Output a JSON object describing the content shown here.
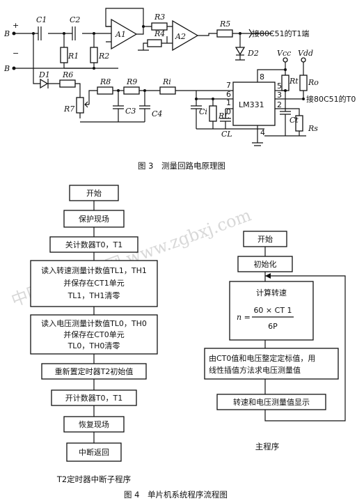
{
  "circuit": {
    "terminals": {
      "b_plus": "B",
      "plus_sign": "+",
      "b_minus": "B",
      "minus_sign": "−"
    },
    "components": {
      "c1": "C1",
      "c2": "C2",
      "r1": "R1",
      "r2": "R2",
      "a1": "A1",
      "r3": "R3",
      "a2": "A2",
      "r4": "R4",
      "r5": "R5",
      "d1": "D1",
      "r6": "R6",
      "r7": "R7",
      "r8": "R8",
      "r9": "R9",
      "c3": "C3",
      "c4": "C4",
      "ri": "Ri",
      "ci": "Ci",
      "rl": "RL",
      "cl": "CL",
      "vcc": "Vcc",
      "vdd": "Vdd",
      "rt": "Rt",
      "ro": "Ro",
      "ct": "Ct",
      "rs": "Rs",
      "d2": "D2",
      "chip": "LM331"
    },
    "pins": {
      "p7": "7",
      "p6": "6",
      "p1": "1",
      "p0": "0",
      "p8": "8",
      "p5": "5",
      "p3": "3",
      "p2": "2",
      "p4": "4"
    },
    "connections": {
      "t1": "接80C51的T1端",
      "t0": "接80C51的T0"
    },
    "caption": "图 3　测量回路电原理图"
  },
  "isr": {
    "steps": [
      "开始",
      "保护现场",
      "关计数器T0，T1",
      "读入转速测量计数值TL1，TH1",
      "并保存在CT1单元",
      "TL1，TH1清零",
      "读入电压测量计数值TL0，TH0",
      "并保存在CT0单元",
      "TL0，TH0清零",
      "重新置定时器T2初始值",
      "开计数器T0，T1",
      "恢复现场",
      "中断返回"
    ],
    "label": "T2定时器中断子程序"
  },
  "main_program": {
    "steps": [
      "开始",
      "初始化",
      "计算转速"
    ],
    "formula": {
      "lhs": "n =",
      "numerator": "60 × CT 1",
      "denominator": "6P"
    },
    "calibration": [
      "由CT0值和电压整定定标值，用",
      "线性插值方法求电压测量值"
    ],
    "display": "转速和电压测量值显示",
    "label": "主程序"
  },
  "caption": "图 4　单片机系统程序流程图",
  "watermark": "中国电子科技网 www.zgbxj.com"
}
